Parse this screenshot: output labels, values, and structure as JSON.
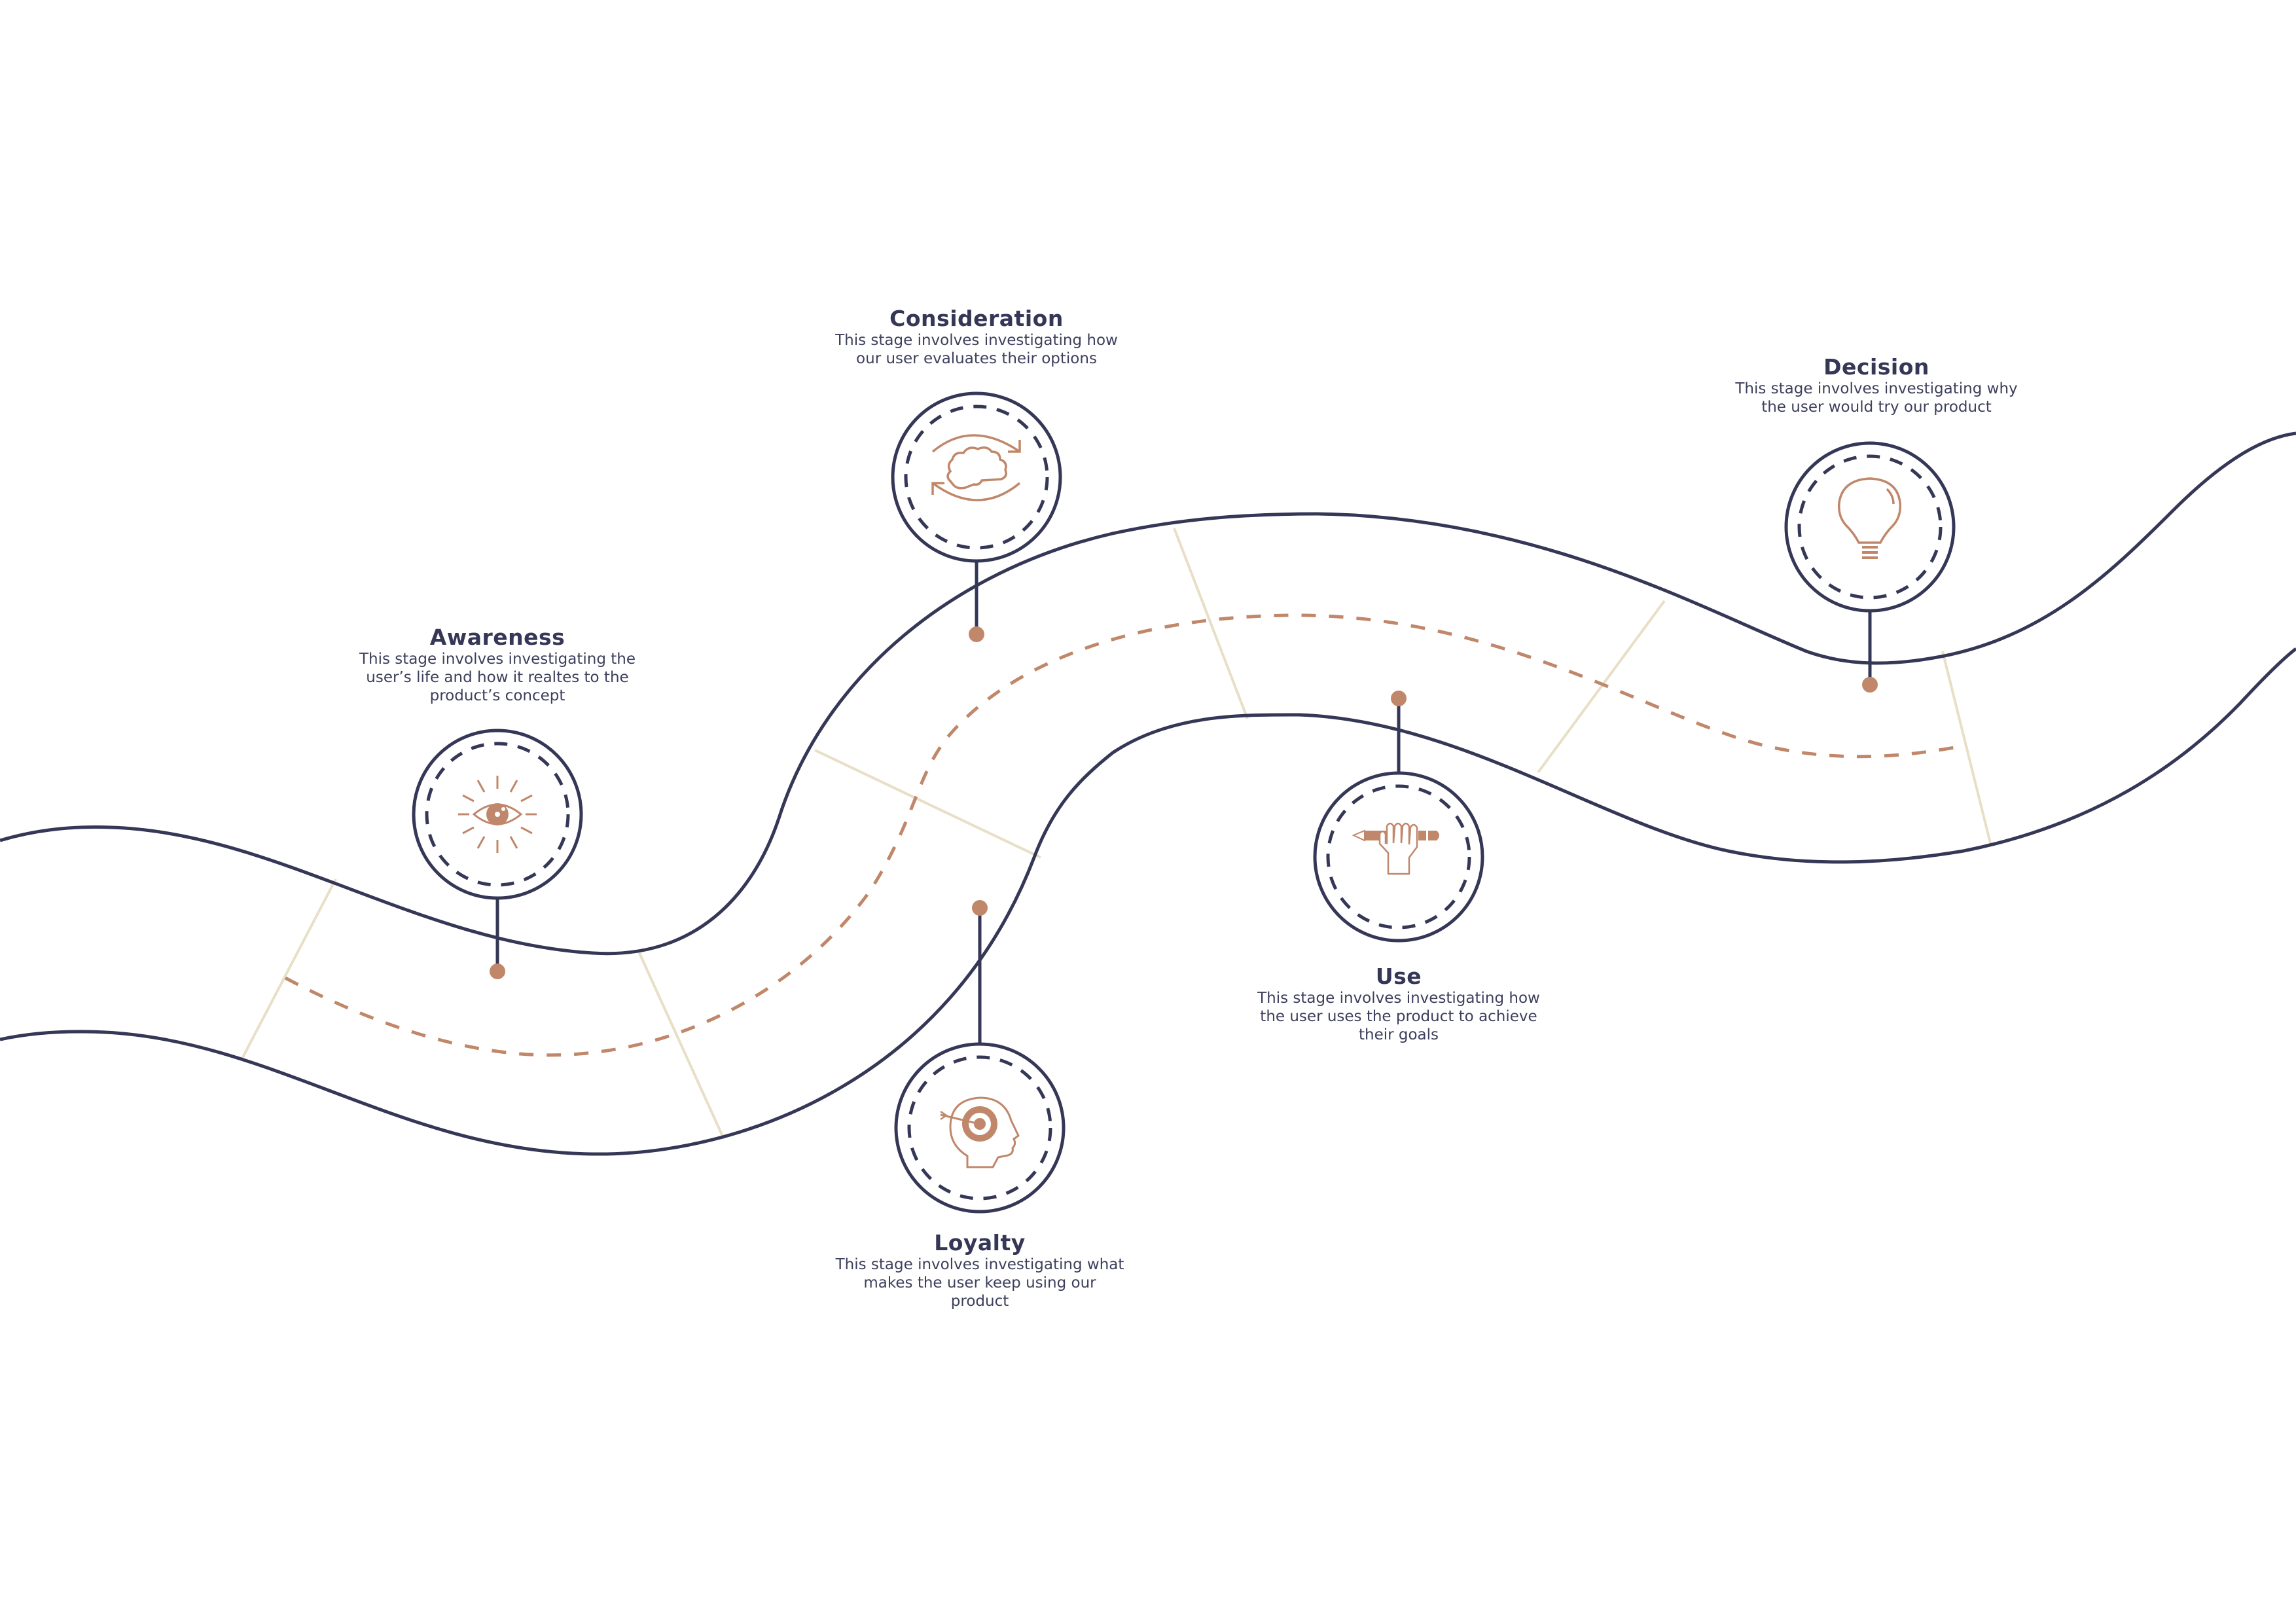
{
  "colors": {
    "road_edge": "#353756",
    "center_line": "#c0876a",
    "divider": "#e8dfc6",
    "icon": "#c0876a",
    "text": "#353756",
    "background": "#ffffff"
  },
  "stages": [
    {
      "id": "awareness",
      "title": "Awareness",
      "description": [
        "This stage involves investigating the",
        "user’s life and how it realtes to the",
        "product’s concept"
      ],
      "icon": "eye-icon"
    },
    {
      "id": "consideration",
      "title": "Consideration",
      "description": [
        "This stage involves investigating how",
        "our user evaluates their options"
      ],
      "icon": "brain-cycle-icon"
    },
    {
      "id": "use",
      "title": "Use",
      "description": [
        "This stage involves investigating how",
        "the user uses the product to achieve",
        "their goals"
      ],
      "icon": "hand-pencil-icon"
    },
    {
      "id": "decision",
      "title": "Decision",
      "description": [
        "This stage involves investigating why",
        "the user would try our product"
      ],
      "icon": "lightbulb-icon"
    },
    {
      "id": "loyalty",
      "title": "Loyalty",
      "description": [
        "This stage involves investigating what",
        "makes the user keep using our",
        "product"
      ],
      "icon": "head-target-icon"
    }
  ]
}
